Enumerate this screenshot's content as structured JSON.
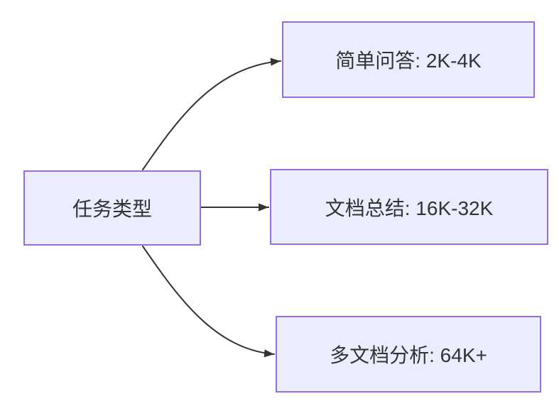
{
  "diagram": {
    "type": "flowchart",
    "root": {
      "label": "任务类型"
    },
    "branches": [
      {
        "id": "simple-qa",
        "label": "简单问答: 2K-4K"
      },
      {
        "id": "doc-summary",
        "label": "文档总结: 16K-32K"
      },
      {
        "id": "multi-doc",
        "label": "多文档分析: 64K+"
      }
    ],
    "edges": [
      {
        "from": "任务类型",
        "to": "简单问答: 2K-4K"
      },
      {
        "from": "任务类型",
        "to": "文档总结: 16K-32K"
      },
      {
        "from": "任务类型",
        "to": "多文档分析: 64K+"
      }
    ],
    "colors": {
      "node_fill": "#ECECFF",
      "node_border": "#9370DB",
      "edge": "#333333",
      "text": "#333333",
      "background": "#FFFFFF"
    }
  }
}
